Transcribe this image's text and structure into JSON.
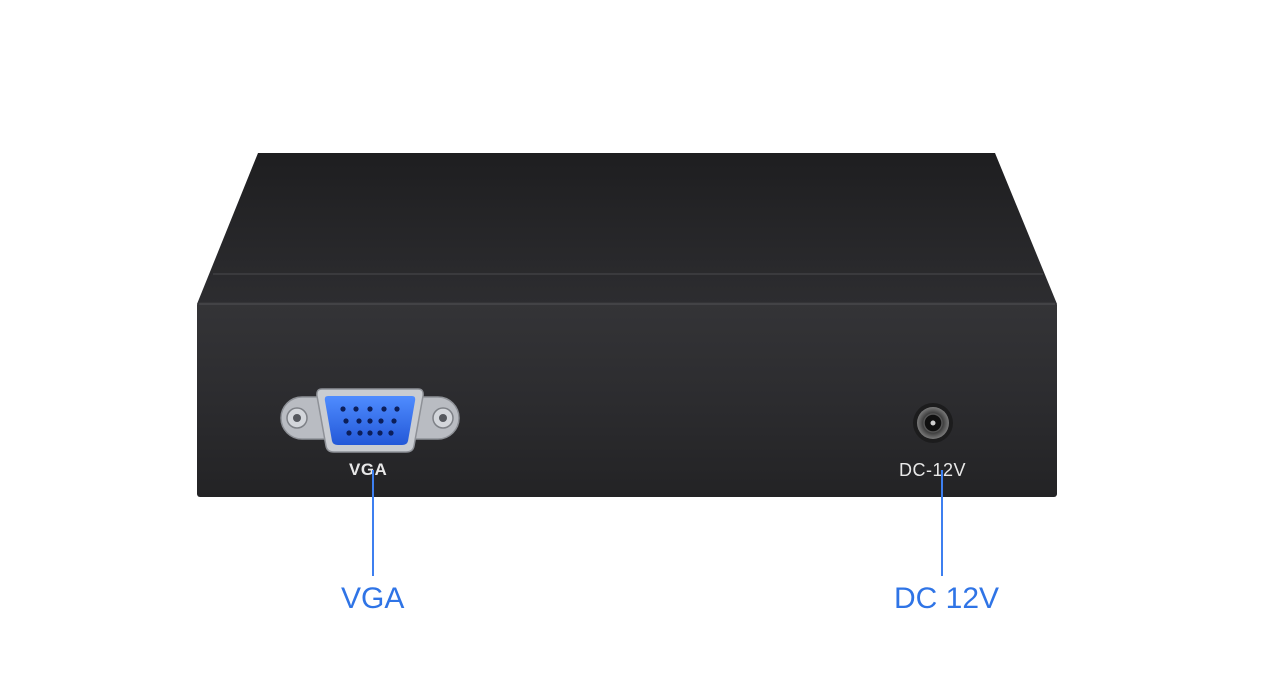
{
  "device": {
    "body_color": "#2b2b2d",
    "top_color": "#262628",
    "accent_color": "#3d7ff0",
    "ports": [
      {
        "id": "vga",
        "panel_label": "VGA",
        "callout_label": "VGA",
        "icon": "vga-port-icon",
        "port_color": "#2f6fe0"
      },
      {
        "id": "dc",
        "panel_label": "DC-12V",
        "callout_label": "DC 12V",
        "icon": "dc-jack-icon"
      }
    ]
  }
}
